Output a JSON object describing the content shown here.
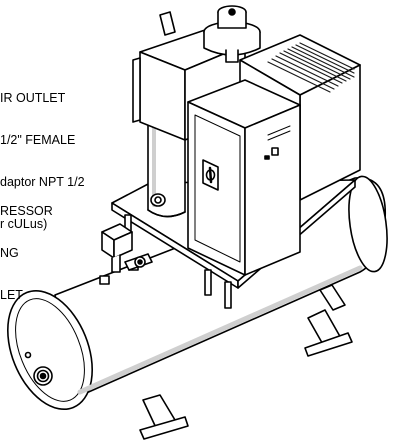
{
  "annotations": {
    "air_outlet": [
      "IR OUTLET",
      "1/2\" FEMALE",
      "daptor NPT 1/2",
      "r cULus)"
    ],
    "compressor": [
      "RESSOR",
      "NG",
      "LET"
    ]
  },
  "colors": {
    "line": "#000000",
    "fill": "#ffffff",
    "shadow": "#cfcfcf",
    "fins": "#1a1a1a"
  },
  "icons": {
    "switch": "rotary-isolator-switch-icon",
    "gauge": "pressure-gauge-icon",
    "drain": "drain-port-icon"
  }
}
